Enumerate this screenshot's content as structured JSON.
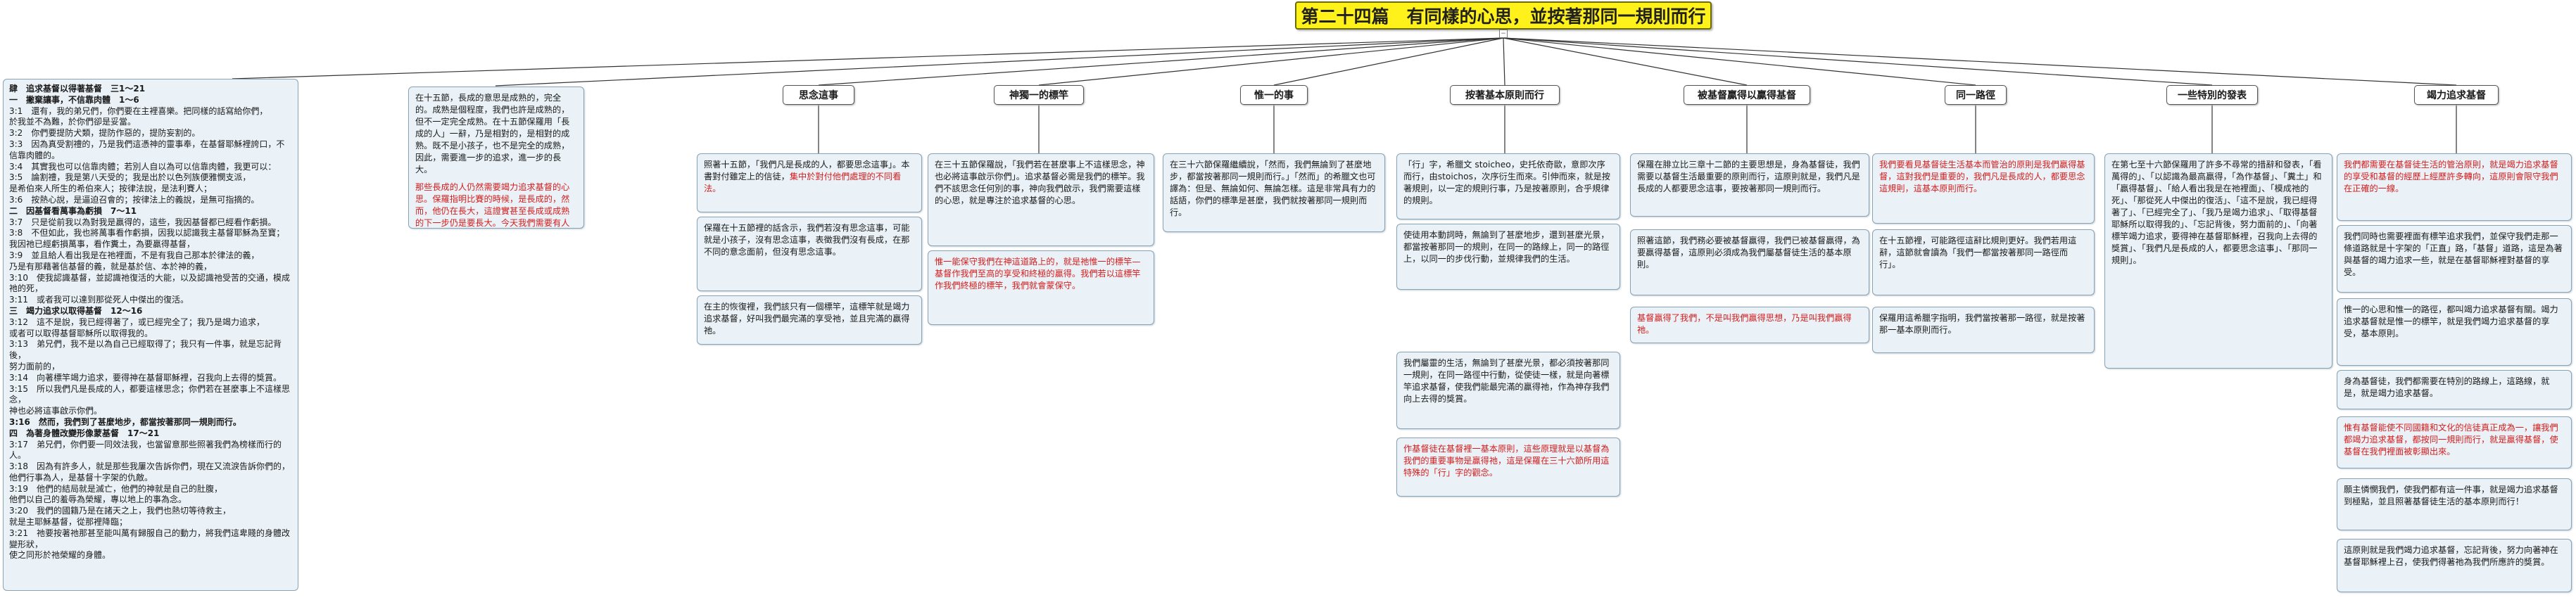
{
  "root": {
    "title": "第二十四篇　有同樣的心思，並按著那同一規則而行"
  },
  "outline": [
    {
      "t": "肆　追求基督以得著基督　三1～21",
      "c": "h"
    },
    {
      "t": "一　撇棄讓事，不信靠肉體　1～6",
      "c": "h"
    },
    {
      "t": "3:1　還有，我的弟兄們，你們要在主裡喜樂。把同樣的話寫給你們，",
      "c": ""
    },
    {
      "t": "於我並不為難，於你們卻是妥當。",
      "c": ""
    },
    {
      "t": "3:2　你們要提防犬類，提防作惡的，提防妄割的。",
      "c": ""
    },
    {
      "t": "3:3　因為真受割禮的，乃是我們這憑神的靈事奉，在基督耶穌裡誇口，不信靠肉體的。",
      "c": ""
    },
    {
      "t": "3:4　其實我也可以信靠肉體；若別人自以為可以信靠肉體，我更可以：",
      "c": ""
    },
    {
      "t": "3:5　論割禮，我是第八天受的；我是出於以色列族便雅憫支派，",
      "c": ""
    },
    {
      "t": "是希伯來人所生的希伯來人；按律法說，是法利賽人；",
      "c": ""
    },
    {
      "t": "3:6　按熱心說，是逼迫召會的；按律法上的義說，是無可指摘的。",
      "c": ""
    },
    {
      "t": "二　因基督看萬事為虧損　7～11",
      "c": "h"
    },
    {
      "t": "3:7　只是從前我以為對我是贏得的，這些，我因基督都已經看作虧損。",
      "c": ""
    },
    {
      "t": "3:8　不但如此，我也將萬事看作虧損，因我以認識我主基督耶穌為至寶；",
      "c": ""
    },
    {
      "t": "我因祂已經虧損萬事，看作糞土，為要贏得基督，",
      "c": ""
    },
    {
      "t": "3:9　並且給人看出我是在祂裡面，不是有我自己那本於律法的義，",
      "c": ""
    },
    {
      "t": "乃是有那藉著信基督的義，就是基於信、本於神的義，",
      "c": ""
    },
    {
      "t": "3:10　使我認識基督，並認識祂復活的大能，以及認識祂受苦的交通，模成祂的死，",
      "c": ""
    },
    {
      "t": "3:11　或者我可以達到那從死人中傑出的復活。",
      "c": ""
    },
    {
      "t": "三　竭力追求以取得基督　12～16",
      "c": "h"
    },
    {
      "t": "3:12　這不是說，我已經得著了，或已經完全了；我乃是竭力追求，",
      "c": ""
    },
    {
      "t": "或者可以取得基督耶穌所以取得我的。",
      "c": ""
    },
    {
      "t": "3:13　弟兄們，我不是以為自己已經取得了；我只有一件事，就是忘記背後，",
      "c": ""
    },
    {
      "t": "努力面前的，",
      "c": ""
    },
    {
      "t": "3:14　向著標竿竭力追求，要得神在基督耶穌裡，召我向上去得的獎賞。",
      "c": ""
    },
    {
      "t": "3:15　所以我們凡是長成的人，都要這樣思念；你們若在甚麼事上不這樣思念，",
      "c": ""
    },
    {
      "t": "神也必將這事啟示你們。",
      "c": ""
    },
    {
      "t": "3:16　然而，我們到了甚麼地步，都當按著那同一規則而行。",
      "c": "hl"
    },
    {
      "t": "四　為著身體改變形像蒙基督　17～21",
      "c": "h"
    },
    {
      "t": "3:17　弟兄們，你們要一同效法我，也當留意那些照著我們為榜樣而行的人。",
      "c": ""
    },
    {
      "t": "3:18　因為有許多人，就是那些我屢次告訴你們，現在又流淚告訴你們的，",
      "c": ""
    },
    {
      "t": "他們行事為人，是基督十字架的仇敵。",
      "c": ""
    },
    {
      "t": "3:19　他們的結局就是滅亡，他們的神就是自己的肚腹，",
      "c": ""
    },
    {
      "t": "他們以自己的羞辱為榮耀，專以地上的事為念。",
      "c": ""
    },
    {
      "t": "3:20　我們的國籍乃是在諸天之上，我們也熱切等待救主，",
      "c": ""
    },
    {
      "t": "就是主耶穌基督，從那裡降臨；",
      "c": ""
    },
    {
      "t": "3:21　祂要按著祂那甚至能叫萬有歸服自己的動力，將我們這卑賤的身體改變形狀，",
      "c": ""
    },
    {
      "t": "使之同形於祂榮耀的身體。",
      "c": ""
    }
  ],
  "intro_box": [
    {
      "t": "在十五節，長成的意思是成熟的，完全的。成熟是個程度，我們也許是成熟的，但不一定完全成熟。在十五節保羅用「長成的人」一辭，乃是相對的，是相對的成熟。既不是小孩子，也不是完全的成熟，因此，需要進一步的追求，進一步的長大。",
      "r": "mix1"
    },
    {
      "t": "那些長成的人仍然需要竭力追求基督的心思。保羅指明比賽的時候，是長成的，然而，他仍在長大，這證實甚至長成或成熟的下一步仍是要長大。今天我們需要有人能說，我們應這樣思想，要這樣行。",
      "r": "mix2"
    }
  ],
  "topics": [
    {
      "label": "思念這事"
    },
    {
      "label": "神獨一的標竿"
    },
    {
      "label": "惟一的事"
    },
    {
      "label": "按著基本原則而行"
    },
    {
      "label": "被基督贏得以贏得基督"
    },
    {
      "label": "同一路徑"
    },
    {
      "label": "一些特別的發表"
    },
    {
      "label": "竭力追求基督"
    }
  ],
  "col1": [
    {
      "t": "照著十五節，「我們凡是長成的人，都要思念這事」。本書對付雖定上的信徒，",
      "r": "集中於對付他們處理的不同看法。"
    },
    {
      "t": "保羅在十五節裡的話含示，我們若沒有思念這事，可能就是小孩子，沒有思念這事，表徵我們沒有長成，在那不同的意念面前，但沒有思念這事。",
      "r": ""
    },
    {
      "t": "在主的恢復裡，我們該只有一個標竿，這標竿就是竭力追求基督，好叫我們最完滿的享受祂，並且完滿的贏得祂。",
      "r": ""
    }
  ],
  "col2": [
    {
      "t": "在三十五節保羅說，「我們若在甚麼事上不這樣思念，神也必將這事啟示你們」。追求基督必需是我們的標竿。我們不該思念任何別的事，神向我們啟示，我們需要這樣的心思，就是專注於追求基督的心思。"
    },
    {
      "t": "惟一能保守我們在神這道路上的，就是祂惟一的標竿—基督作我們至高的享受和終極的贏得。我們若以這標竿作我們終極的標竿，我們就會蒙保守。"
    }
  ],
  "col3": [
    {
      "t": "在三十六節保羅繼續說，「然而，我們無論到了甚麼地步，都當按著那同一規則而行。」「然而」的希臘文也可譯為：但是、無論如何、無論怎樣。這是非常具有力的話語，你們的標準是甚麼，我們就按著那同一規則而行。"
    }
  ],
  "col4": [
    {
      "t": "「行」字，希臘文 stoicheo，史托依奇歐，意即次序而行，由stoichos，次序衍生而來。引伸而來，就是按著規則，以一定的規則行事，乃是按著原則，合乎規律的規則。"
    },
    {
      "t": "使徒用本動詞時，無論到了甚麼地步，還到甚麼光景，都當按著那同一的規則，在同一的路線上，同一的路徑上，以同一的步伐行動，並規律我們的生活。"
    },
    {
      "t": "我們屬靈的生活，無論到了甚麼光景，都必須按著那同一規則，在同一路徑中行動，從使徒一樣，就是向著標竿追求基督，使我們能最完滿的贏得祂，作為神存我們向上去得的獎賞。"
    },
    {
      "t": "作基督徒在基督裡一基本原則，這些原理就是以基督為我們的重要事物是贏得祂，這是保羅在三十六節所用這特殊的「行」字的觀念。"
    }
  ],
  "col5": [
    {
      "t": "保羅在腓立比三章十二節的主要思想是，身為基督徒，我們需要以基督生活最重要的原則而行，這原則就是，我們凡是長成的人都要思念這事，要按著那同一規則而行。"
    },
    {
      "t": "照著這節，我們務必要被基督贏得，我們已被基督贏得，為要贏得基督，這原則必須成為我們屬基督徒生活的基本原則。"
    },
    {
      "t": "基督贏得了我們，不是叫我們贏得思想，乃是叫我們贏得祂。"
    }
  ],
  "col6": [
    {
      "t": "我們要看見基督徒生活基本而管治的原則是我們贏得基督，這對我們是重要的，我們凡是長成的人，都要思念這規則，這基本原則而行。"
    },
    {
      "t": "在十五節裡，可能路徑這辭比規則更好。我們若用這辭，這節就會讀為「我們一都當按著那同一路徑而行」。"
    },
    {
      "t": "保羅用這希臘字指明，我們當按著那一路徑，就是按著那一基本原則而行。"
    }
  ],
  "col7": [
    {
      "t": "在第七至十六節保羅用了許多不尋常的措辭和發表，「看萬得的」、「以認識為最高贏得，「為作基督」、「糞土」和「贏得基督」、「給人看出我是在祂裡面」、「模成祂的死」、「那從死人中傑出的復活」、「這不是說，我已經得著了」、「已經完全了」、「我乃是竭力追求」、「取得基督耶穌所以取得我的」、「忘記背後，努力面前的」、「向著標竿竭力追求，要得神在基督耶穌裡，召我向上去得的獎賞」、「我們凡是長成的人，都要思念這事」、「那同一規則」。"
    }
  ],
  "col8": [
    {
      "t": "我們都需要在基督徒生活的管治原則，就是竭力追求基督的享受和基督的經歷上經歷許多轉向，這原則會限守我們在正確的一線。"
    },
    {
      "t": "我們同時也需要裡面有標竿追求我們，並保守我們走那一條道路就是十字架的「正直」路，「基督」道路，這是為著與基督的竭力追求一些，就是在基督耶穌裡對基督的享受。"
    },
    {
      "t": "惟一的心思和惟一的路徑，都叫竭力追求基督有關。竭力追求基督就是惟一的標竿，就是我們竭力追求基督的享受，基本原則。"
    },
    {
      "t": "身為基督徒，我們都需要在特別的路線上，這路線，就是，就是竭力追求基督。"
    },
    {
      "t": "惟有基督能使不同國籍和文化的信徒真正成為一，讓我們都竭力追求基督，都按同一規則而行，就是贏得基督，使基督在我們裡面被彰顯出來。"
    },
    {
      "t": "願主憐憫我們，使我們都有這一件事，就是竭力追求基督到極點，並且照著基督徒生活的基本原則而行！"
    },
    {
      "t": "這原則就是我們竭力追求基督，忘記背後，努力向著神在基督耶穌裡上召，使我們得著祂為我們所應許的獎賞。"
    }
  ],
  "colors": {
    "root_bg": "#fff21a",
    "box_bg": "#eaf2f7",
    "box_border": "#8aa3b4",
    "red": "#d41e1e",
    "line": "#333333"
  }
}
